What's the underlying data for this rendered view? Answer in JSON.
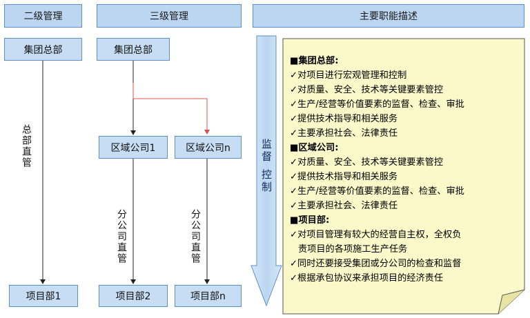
{
  "headers": {
    "level2": "二级管理",
    "level3": "三级管理",
    "functions": "主要职能描述"
  },
  "level2": {
    "hq": "集团总部",
    "direct_label": "总部直管",
    "project": "项目部1"
  },
  "level3": {
    "hq": "集团总部",
    "region_1": "区域公司1",
    "region_n": "区域公司n",
    "branch_label_1": "分公司直管",
    "branch_label_n": "分公司直管",
    "project_2": "项目部2",
    "project_n": "项目部n"
  },
  "supervision_arrow": {
    "label_top": "监督",
    "label_bottom": "控制"
  },
  "functions": {
    "sections": [
      {
        "title": "■集团总部:",
        "items": [
          "✓对项目进行宏观管理和控制",
          "✓对质量、安全、技术等关键要素管控",
          "✓生产/经营等价值要素的监督、检查、审批",
          "✓提供技术指导和相关服务",
          "✓主要承担社会、法律责任"
        ]
      },
      {
        "title": "■区域公司:",
        "items": [
          "✓对质量、安全、技术等关键要素管控",
          "✓提供技术指导和相关服务",
          "✓生产/经营等价值要素的监督、检查、审批",
          "✓主要承担社会、法律责任"
        ]
      },
      {
        "title": "■项目部:",
        "items": [
          "✓对项目管理有较大的经营自主权，全权负",
          "责项目的各项施工生产任务",
          "✓同时还要接受集团或分公司的检查和监督",
          "✓根据承包协议来承担项目的经济责任"
        ]
      }
    ]
  },
  "colors": {
    "header_fill": "#bcd6f1",
    "box_fill": "#c7ddf4",
    "border": "#5b8fc7",
    "red_connector": "#d9534f",
    "note_fill": "#fbf9c9"
  }
}
